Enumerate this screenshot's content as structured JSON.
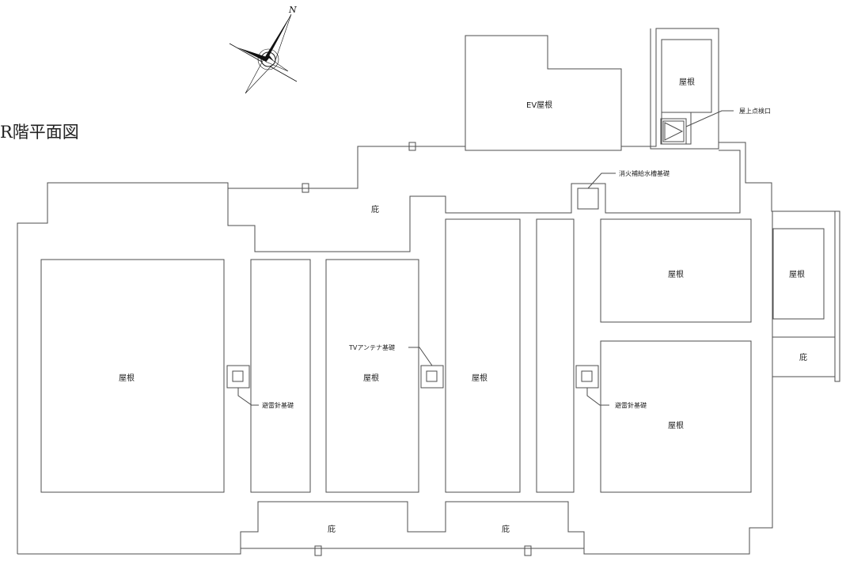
{
  "title": "R階平面図",
  "compass": {
    "north_label": "N"
  },
  "colors": {
    "line": "#4d4d4d",
    "text": "#222222",
    "compass": "#111111"
  },
  "labels": {
    "ev_roof": "EV屋根",
    "roof_top_right": "屋根",
    "inspection_hatch": "屋上点検口",
    "tank_base": "消火補給水槽基礎",
    "eaves_upper": "庇",
    "roof_left": "屋根",
    "lightning_left": "避雷針基礎",
    "tv_antenna": "TVアンテナ基礎",
    "roof_center": "屋根",
    "roof_center2": "屋根",
    "roof_right_upper": "屋根",
    "roof_far_right": "屋根",
    "eaves_right": "庇",
    "lightning_right": "避雷針基礎",
    "roof_right_lower": "屋根",
    "eaves_bottom_left": "庇",
    "eaves_bottom_right": "庇"
  }
}
